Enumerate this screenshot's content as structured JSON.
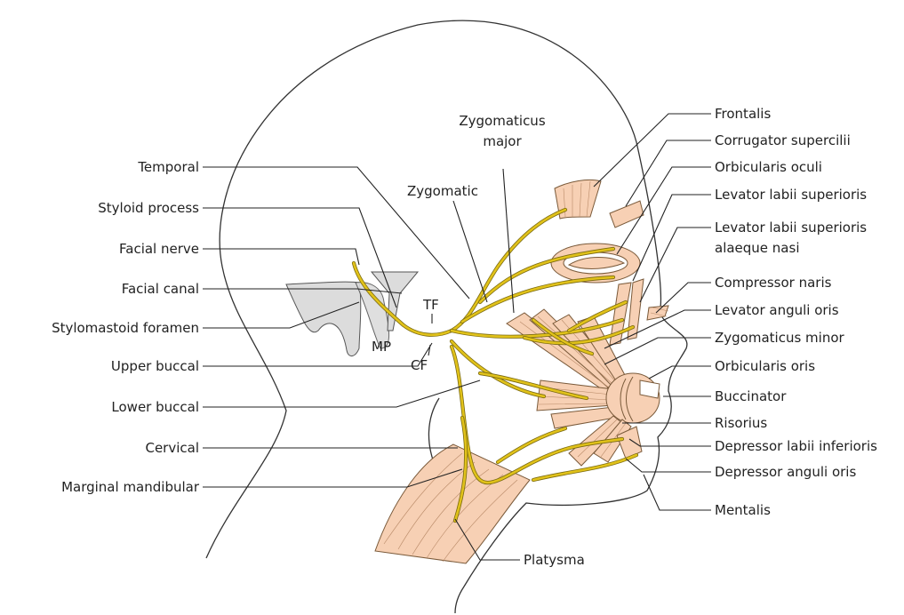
{
  "colors": {
    "muscle": "#f7d0b4",
    "nerve": "#e1c21a",
    "nerve_edge": "#7a6a10",
    "bone": "#dcdcdc",
    "outline": "#333333"
  },
  "labels_left": {
    "temporal": "Temporal",
    "styloid_process": "Styloid process",
    "facial_nerve": "Facial nerve",
    "facial_canal": "Facial canal",
    "stylomastoid_foramen": "Stylomastoid foramen",
    "upper_buccal": "Upper buccal",
    "lower_buccal": "Lower buccal",
    "cervical": "Cervical",
    "marginal_mandibular": "Marginal mandibular"
  },
  "labels_center": {
    "zygomaticus_major_line1": "Zygomaticus",
    "zygomaticus_major_line2": "major",
    "zygomatic": "Zygomatic",
    "tf": "TF",
    "mp": "MP",
    "cf": "CF",
    "platysma": "Platysma"
  },
  "labels_right": {
    "frontalis": "Frontalis",
    "corrugator_supercilii": "Corrugator supercilii",
    "orbicularis_oculi": "Orbicularis oculi",
    "levator_labii_superioris": "Levator labii superioris",
    "levator_labii_alaeque_line1": "Levator labii superioris",
    "levator_labii_alaeque_line2": "alaeque nasi",
    "compressor_naris": "Compressor naris",
    "levator_anguli_oris": "Levator anguli oris",
    "zygomaticus_minor": "Zygomaticus minor",
    "orbicularis_oris": "Orbicularis oris",
    "buccinator": "Buccinator",
    "risorius": "Risorius",
    "depressor_labii_inferioris": "Depressor labii inferioris",
    "depressor_anguli_oris": "Depressor anguli oris",
    "mentalis": "Mentalis"
  }
}
